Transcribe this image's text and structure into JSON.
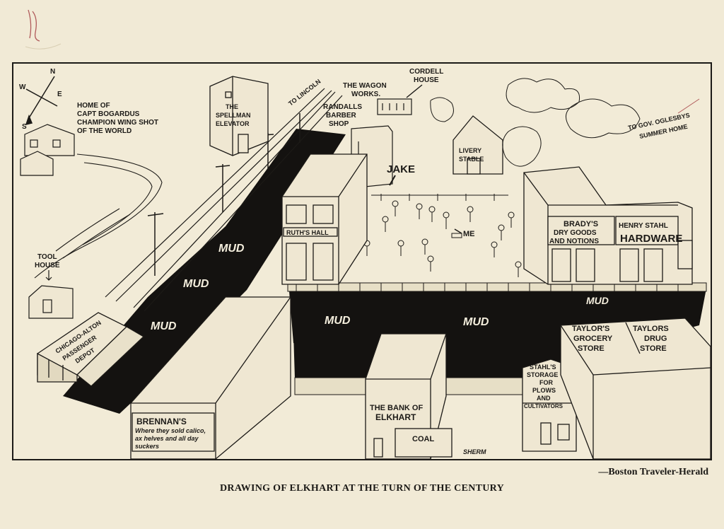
{
  "compass": {
    "n": "N",
    "e": "E",
    "w": "W",
    "s": "S"
  },
  "labels": {
    "bogardus_1": "HOME OF",
    "bogardus_2": "CAPT BOGARDUS",
    "bogardus_3": "CHAMPION WING SHOT",
    "bogardus_4": "OF THE WORLD",
    "elevator_1": "THE",
    "elevator_2": "SPELLMAN",
    "elevator_3": "ELEVATOR",
    "lincoln": "TO LINCOLN",
    "wagon_1": "THE WAGON",
    "wagon_2": "WORKS.",
    "cordell_1": "CORDELL",
    "cordell_2": "HOUSE",
    "randalls_1": "RANDALLS",
    "randalls_2": "BARBER",
    "randalls_3": "SHOP",
    "livery_1": "LIVERY",
    "livery_2": "STABLE",
    "oglesby_1": "TO GOV. OGLESBYS",
    "oglesby_2": "SUMMER HOME",
    "jake": "JAKE",
    "me": "ME",
    "tool_1": "TOOL",
    "tool_2": "HOUSE",
    "depot_1": "CHICAGO-ALTON",
    "depot_2": "PASSENGER",
    "depot_3": "DEPOT",
    "ruths": "RUTH'S HALL",
    "bradys_1": "BRADY'S",
    "bradys_2": "DRY GOODS",
    "bradys_3": "AND NOTIONS",
    "stahl_1": "HENRY STAHL",
    "stahl_2": "HARDWARE",
    "grocery_1": "TAYLOR'S",
    "grocery_2": "GROCERY",
    "grocery_3": "STORE",
    "drug_1": "TAYLORS",
    "drug_2": "DRUG",
    "drug_3": "STORE",
    "storage_1": "STAHL'S",
    "storage_2": "STORAGE",
    "storage_3": "FOR",
    "storage_4": "PLOWS",
    "storage_5": "AND",
    "storage_6": "CULTIVATORS",
    "bank_1": "THE BANK OF",
    "bank_2": "ELKHART",
    "coal": "COAL",
    "brennans_1": "BRENNAN'S",
    "brennans_2": "Where they sold calico,",
    "brennans_3": "ax helves and all day",
    "brennans_4": "suckers",
    "signature": "SHERM"
  },
  "mud_labels": [
    "MUD",
    "MUD",
    "MUD",
    "MUD",
    "MUD",
    "MUD"
  ],
  "credit": "—Boston Traveler-Herald",
  "caption": "DRAWING OF ELKHART AT THE TURN OF THE CENTURY",
  "colors": {
    "paper": "#f1ead6",
    "ink": "#1c1a17",
    "mud": "#141210"
  }
}
